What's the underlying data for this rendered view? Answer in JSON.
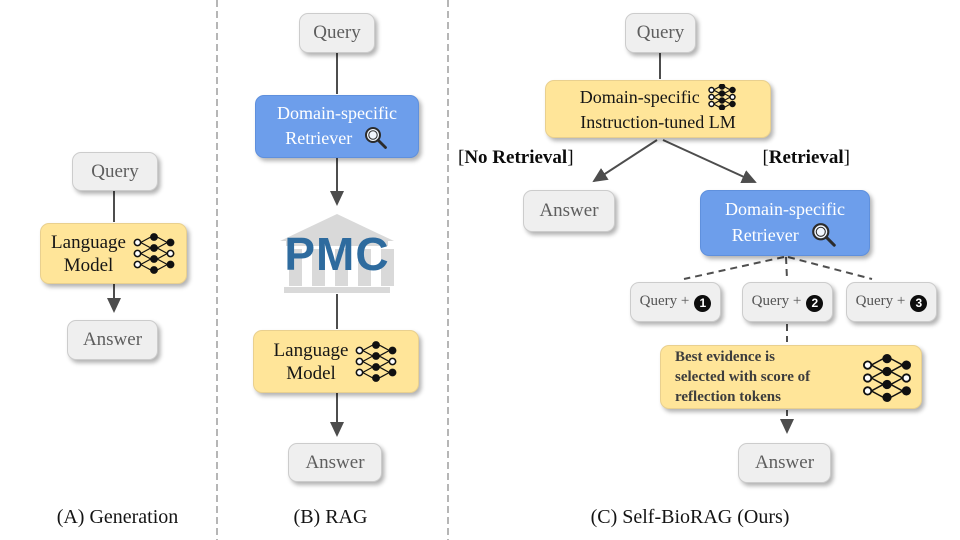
{
  "diagram": {
    "colors": {
      "box_gray": "#efefef",
      "box_yellow": "#ffe599",
      "box_blue": "#6d9eeb",
      "pmc_blue": "#2e6b9e",
      "connector": "#4d4d4d"
    },
    "panels": {
      "a": {
        "caption": "(A) Generation",
        "query": "Query",
        "lm": [
          "Language",
          "Model"
        ],
        "answer": "Answer"
      },
      "b": {
        "caption": "(B) RAG",
        "query": "Query",
        "retriever": [
          "Domain-specific",
          "Retriever"
        ],
        "corpus": "PMC",
        "lm": [
          "Language",
          "Model"
        ],
        "answer": "Answer"
      },
      "c": {
        "caption": "(C) Self-BioRAG (Ours)",
        "query": "Query",
        "ilm": [
          "Domain-specific",
          "Instruction-tuned LM"
        ],
        "branch_left": {
          "open": "[",
          "label": "No Retrieval",
          "close": "]"
        },
        "branch_right": {
          "open": "[",
          "label": "Retrieval",
          "close": "]"
        },
        "answer_left": "Answer",
        "retriever": [
          "Domain-specific",
          "Retriever"
        ],
        "expanded_queries": [
          {
            "prefix": "Query +",
            "num": "1"
          },
          {
            "prefix": "Query +",
            "num": "2"
          },
          {
            "prefix": "Query +",
            "num": "3"
          }
        ],
        "evidence": [
          "Best evidence is",
          "selected with score of",
          "reflection tokens"
        ],
        "answer": "Answer"
      }
    },
    "icons": {
      "neural_network": "neural-network-icon",
      "magnifier": "search-icon",
      "corpus": "library-building-icon"
    }
  }
}
